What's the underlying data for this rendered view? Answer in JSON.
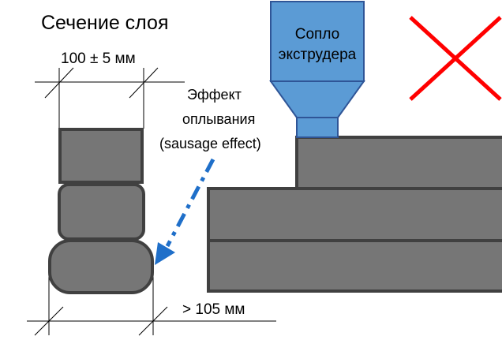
{
  "title": "Сечение слоя",
  "dimension_top": "100 ± 5 мм",
  "dimension_bottom": "> 105 мм",
  "nozzle_label_line1": "Сопло",
  "nozzle_label_line2": "экструдера",
  "sausage_label_line1": "Эффект",
  "sausage_label_line2": "оплывания",
  "sausage_label_line3": "(sausage effect)",
  "colors": {
    "layer_fill": "#767676",
    "layer_stroke": "#404040",
    "nozzle_fill": "#5b9bd5",
    "nozzle_stroke": "#2f5597",
    "arrow": "#1f6fc9",
    "cross": "#ff0000"
  },
  "icons": {
    "wrong_mark": "cross-icon"
  }
}
